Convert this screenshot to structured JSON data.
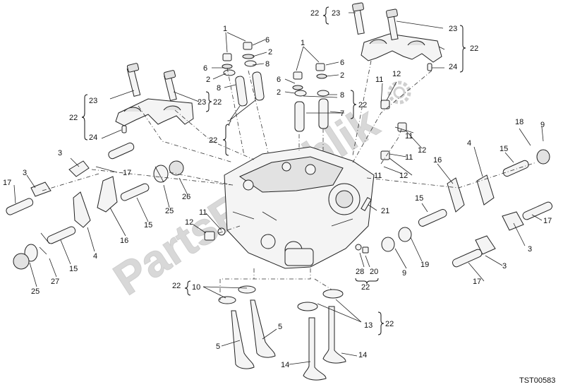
{
  "watermark": "PartsRepublik",
  "drawing_code": "TST00583",
  "callouts": [
    "1",
    "2",
    "3",
    "4",
    "5",
    "6",
    "7",
    "8",
    "9",
    "10",
    "11",
    "12",
    "13",
    "14",
    "15",
    "16",
    "17",
    "18",
    "19",
    "20",
    "21",
    "22",
    "23",
    "24",
    "25",
    "26",
    "27",
    "28"
  ]
}
